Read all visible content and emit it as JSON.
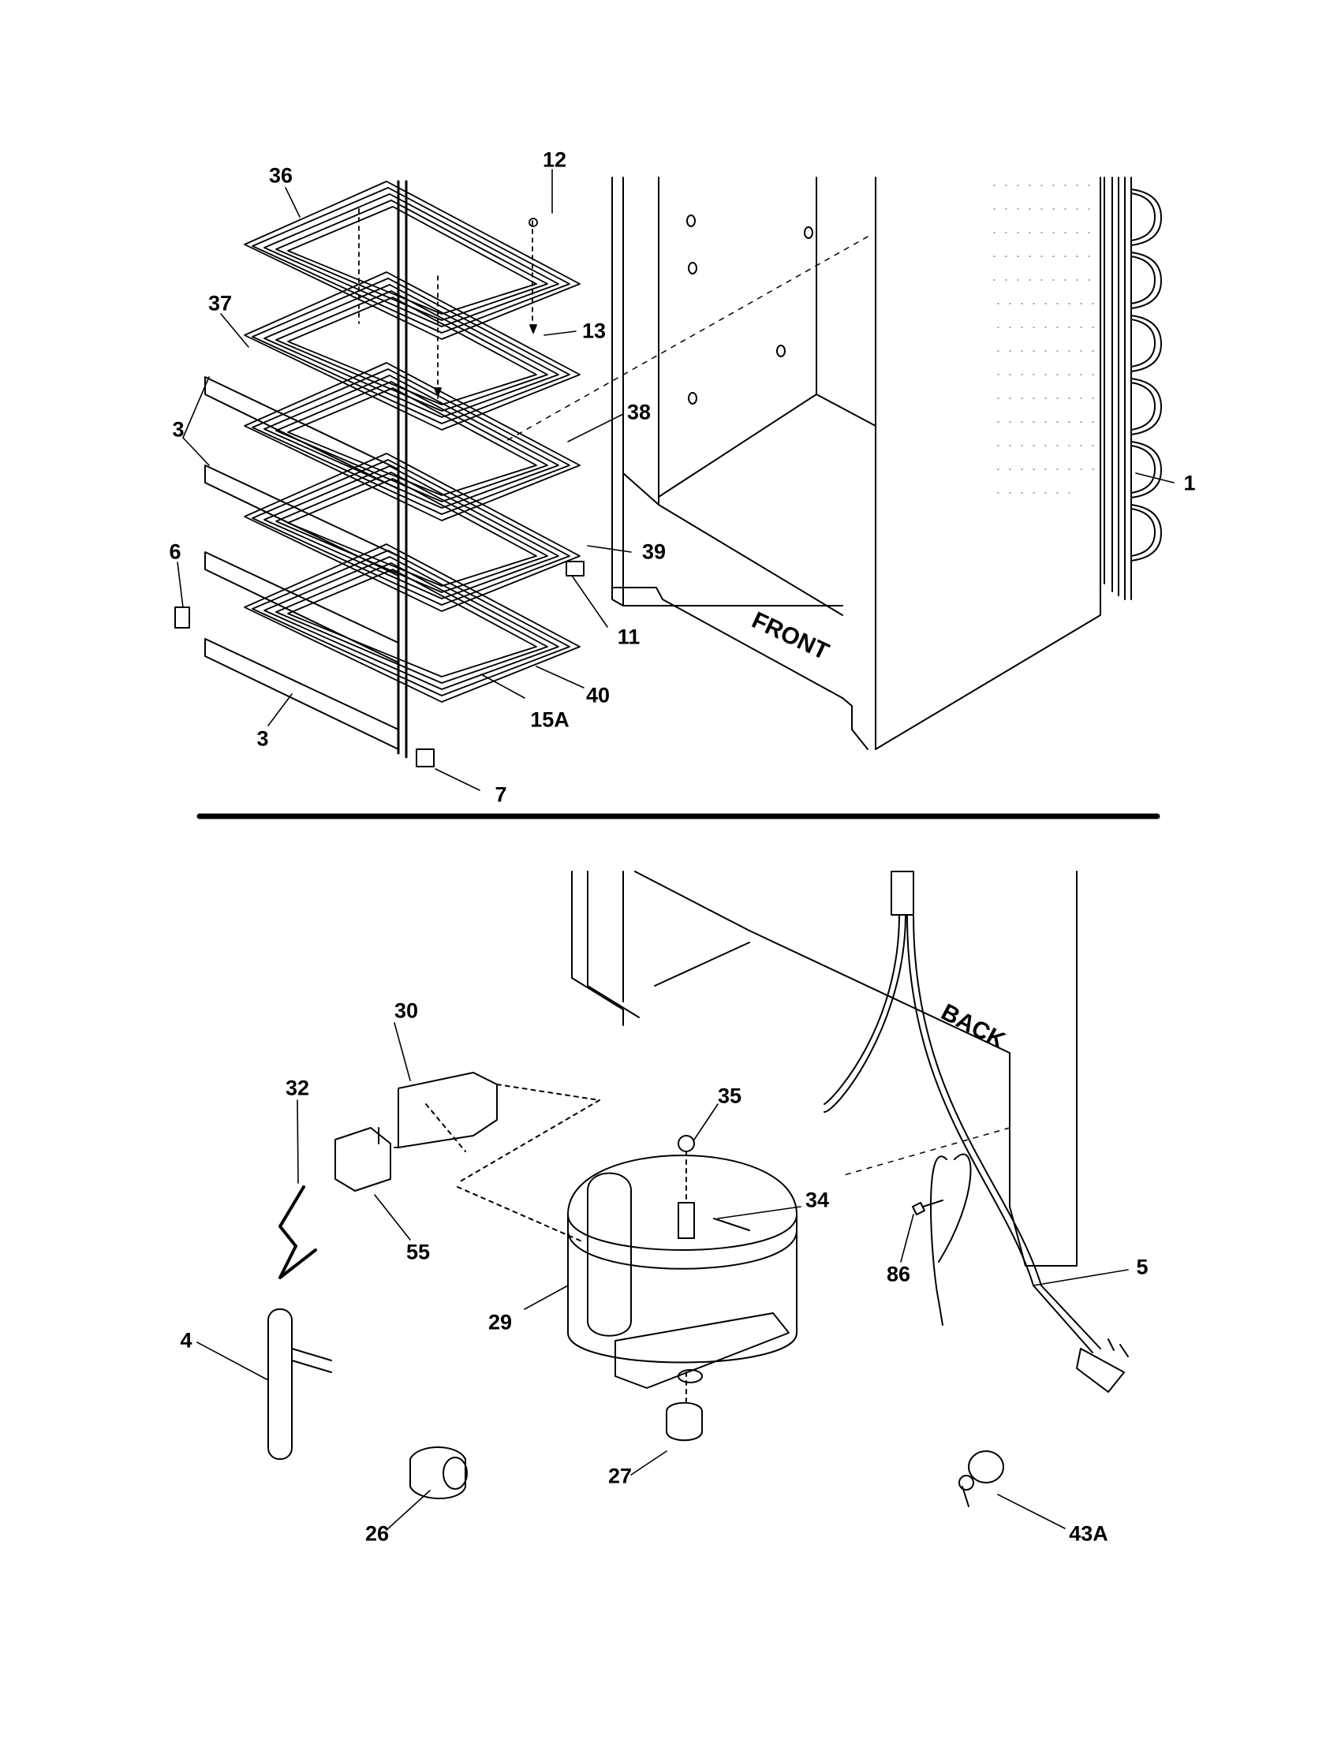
{
  "diagram": {
    "top_section": {
      "labels": [
        "36",
        "12",
        "37",
        "13",
        "38",
        "3",
        "1",
        "39",
        "6",
        "11",
        "40",
        "15A",
        "3",
        "7"
      ],
      "orientation_text": "FRONT"
    },
    "bottom_section": {
      "labels": [
        "30",
        "32",
        "35",
        "34",
        "55",
        "86",
        "5",
        "29",
        "4",
        "27",
        "26",
        "43A"
      ],
      "orientation_text": "BACK"
    },
    "colors": {
      "ink": "#000000",
      "paper": "#ffffff",
      "stipple": "#888888"
    }
  }
}
